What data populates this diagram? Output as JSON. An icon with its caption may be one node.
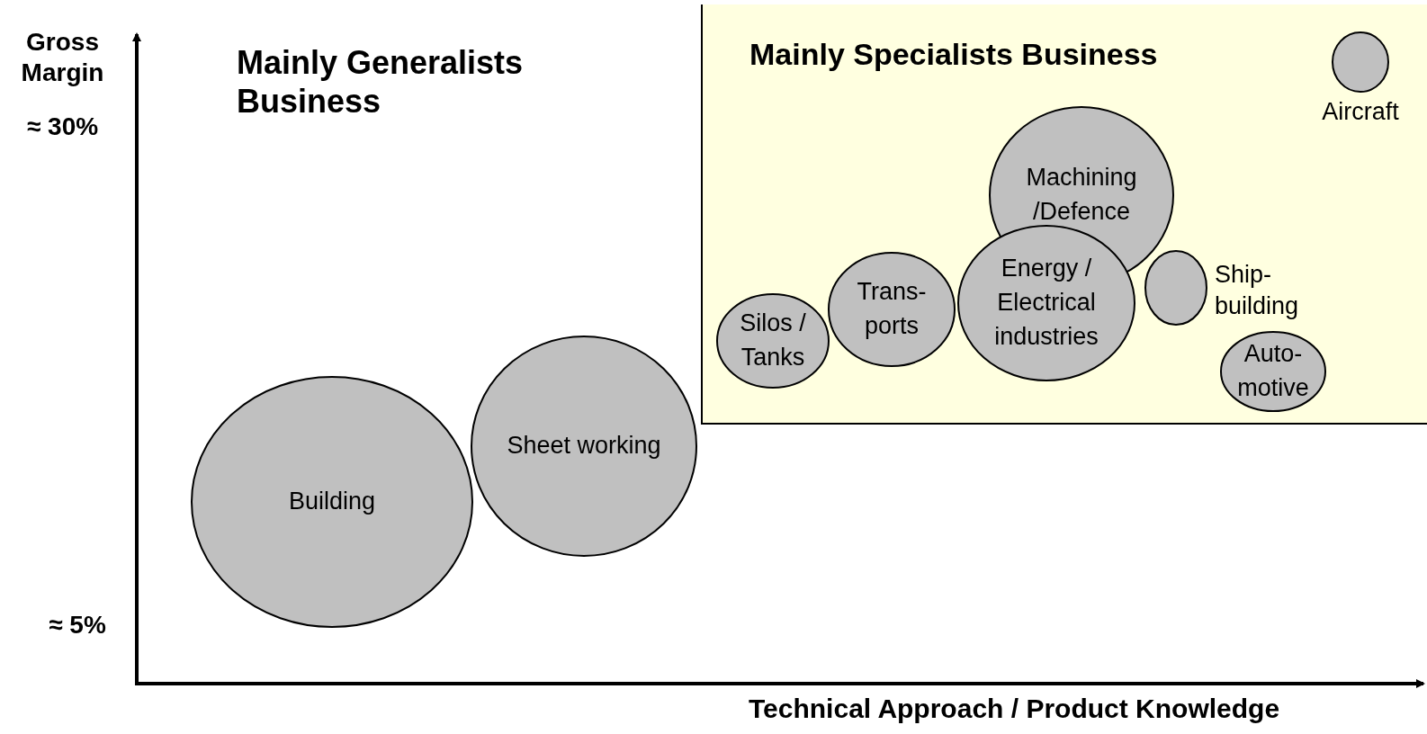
{
  "diagram": {
    "nodes": [
      {
        "text": [
          "Mainly Specialists Business"
        ]
      },
      {
        "text": [],
        "shape": "circle",
        "in": 0,
        "beside": [
          "Aircraft"
        ]
      },
      {
        "text": [
          "Machining /Defence"
        ],
        "in": 0
      },
      {
        "text": [
          "Trans- ports"
        ],
        "in": 0
      },
      {
        "text": [
          "Energy / Electrical industries"
        ],
        "in": 0
      },
      {
        "text": [],
        "shape": "circle",
        "in": 0,
        "beside": [
          "Ship- building"
        ]
      },
      {
        "text": [
          "Silos / Tanks"
        ],
        "in": 0
      },
      {
        "text": [
          "Auto- motive"
        ],
        "in": 0
      },
      {
        "text": [
          "Sheet working"
        ]
      },
      {
        "text": [
          "Building"
        ]
      }
    ],
    "edges": [],
    "labels": [
      "Gross Margin",
      "≈ 30%",
      "Mainly Generalists Business",
      "≈ 5%",
      "Technical Approach / Product Knowledge"
    ]
  }
}
